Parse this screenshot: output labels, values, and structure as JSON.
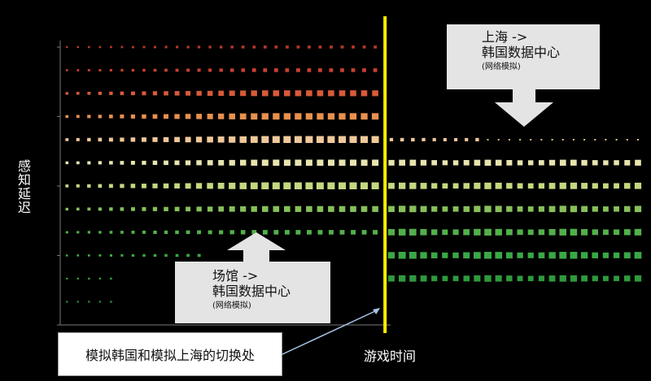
{
  "chart_data": {
    "type": "scatter",
    "title": "",
    "xlabel": "游戏时间",
    "ylabel": "感知延迟",
    "xlim": [
      0,
      100
    ],
    "ylim": [
      0,
      12
    ],
    "switch_x": 55.5,
    "colors": {
      "switch_line": "#ffee00",
      "axis": "#777777",
      "levels": [
        "#2d8a3a",
        "#2f9a3c",
        "#3aa844",
        "#52b04a",
        "#86c05a",
        "#c4d880",
        "#e8e4b0",
        "#f0c89a",
        "#e8904e",
        "#d85a3a",
        "#c84030",
        "#b83828"
      ]
    },
    "series": [
      {
        "phase": "venue-to-korea",
        "x_range": [
          0,
          55
        ],
        "levels": [
          {
            "y": 1,
            "intensity": 0.15
          },
          {
            "y": 2,
            "intensity": 0.2
          },
          {
            "y": 3,
            "intensity": 0.35
          },
          {
            "y": 4,
            "intensity": 0.55
          },
          {
            "y": 5,
            "intensity": 0.8
          },
          {
            "y": 6,
            "intensity": 1.0
          },
          {
            "y": 7,
            "intensity": 0.85
          },
          {
            "y": 8,
            "intensity": 1.0
          },
          {
            "y": 9,
            "intensity": 0.9
          },
          {
            "y": 10,
            "intensity": 0.8
          },
          {
            "y": 11,
            "intensity": 0.4
          },
          {
            "y": 12,
            "intensity": 0.25
          }
        ]
      },
      {
        "phase": "shanghai-to-korea",
        "x_range": [
          56,
          100
        ],
        "levels": [
          {
            "y": 2,
            "intensity": 0.9
          },
          {
            "y": 3,
            "intensity": 1.0
          },
          {
            "y": 4,
            "intensity": 0.95
          },
          {
            "y": 5,
            "intensity": 0.9
          },
          {
            "y": 6,
            "intensity": 0.9
          },
          {
            "y": 7,
            "intensity": 0.8
          },
          {
            "y": 8,
            "intensity": 0.25
          }
        ]
      }
    ]
  },
  "annotations": {
    "shanghai": {
      "line1": "上海 ->",
      "line2": "韩国数据中心",
      "line3": "(网络模拟)"
    },
    "venue": {
      "line1": "场馆 ->",
      "line2": "韩国数据中心",
      "line3": "(网络模拟)"
    },
    "switch": "模拟韩国和模拟上海的切换处"
  }
}
